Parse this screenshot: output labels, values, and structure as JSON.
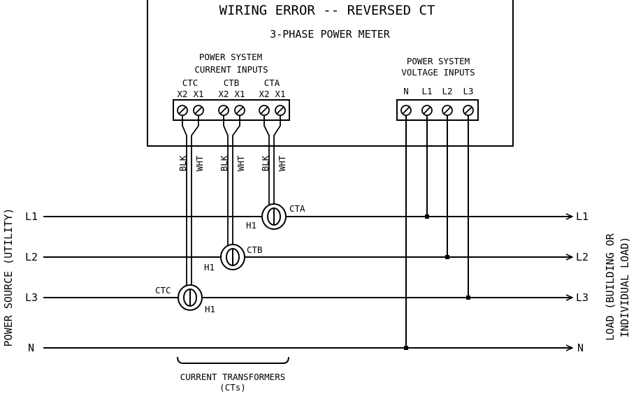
{
  "meter": {
    "title": "WIRING ERROR -- REVERSED CT",
    "subtitle": "3-PHASE POWER METER",
    "current_inputs": {
      "label_line1": "POWER SYSTEM",
      "label_line2": "CURRENT INPUTS",
      "groups": [
        {
          "name": "CTC",
          "terminals": [
            "X2",
            "X1"
          ]
        },
        {
          "name": "CTB",
          "terminals": [
            "X2",
            "X1"
          ]
        },
        {
          "name": "CTA",
          "terminals": [
            "X2",
            "X1"
          ]
        }
      ]
    },
    "voltage_inputs": {
      "label_line1": "POWER SYSTEM",
      "label_line2": "VOLTAGE INPUTS",
      "terminals": [
        "N",
        "L1",
        "L2",
        "L3"
      ]
    }
  },
  "wire_labels": {
    "black": "BLK",
    "white": "WHT"
  },
  "lines": {
    "source": [
      "L1",
      "L2",
      "L3",
      "N"
    ],
    "load": [
      "L1",
      "L2",
      "L3",
      "N"
    ]
  },
  "cts": [
    {
      "name": "CTA",
      "polarity": "H1"
    },
    {
      "name": "CTB",
      "polarity": "H1"
    },
    {
      "name": "CTC",
      "polarity": "H1"
    }
  ],
  "side_labels": {
    "source": "POWER SOURCE (UTILITY)",
    "load_line1": "LOAD (BUILDING OR",
    "load_line2": "INDIVIDUAL LOAD)"
  },
  "bracket": {
    "line1": "CURRENT TRANSFORMERS",
    "line2": "(CTs)"
  }
}
